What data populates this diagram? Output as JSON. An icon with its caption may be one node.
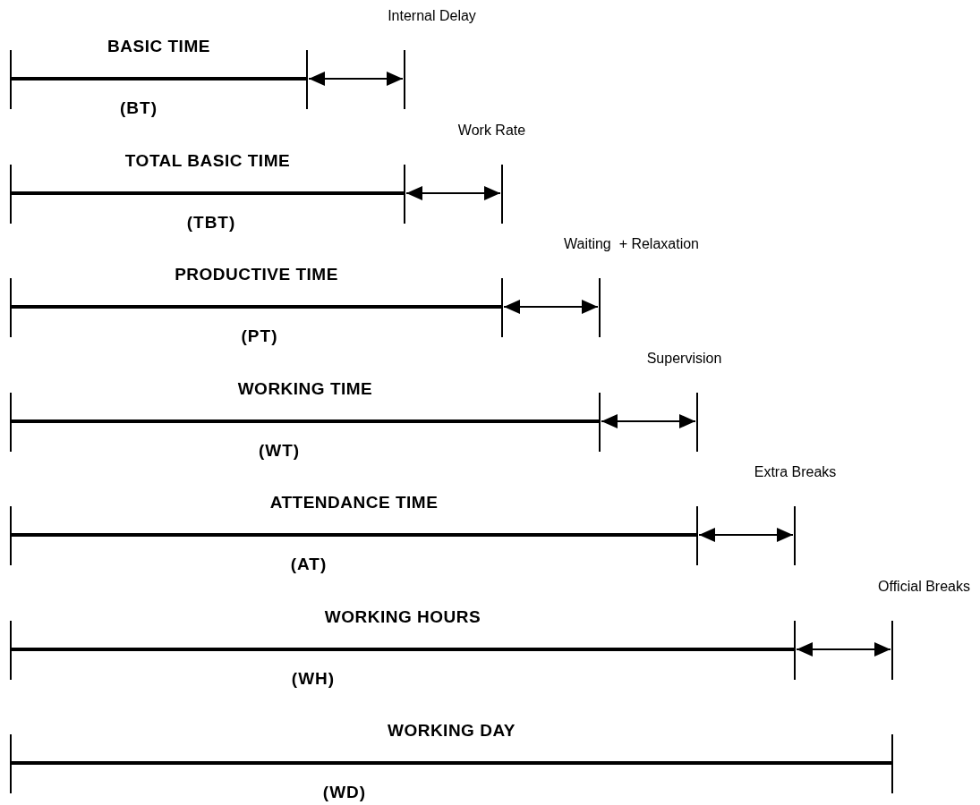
{
  "diagram": {
    "nodes": [
      {
        "text": [
          "BASIC TIME",
          "(BT)"
        ]
      },
      {
        "text": [
          "TOTAL BASIC TIME",
          "(TBT)"
        ]
      },
      {
        "text": [
          "PRODUCTIVE TIME",
          "(PT)"
        ]
      },
      {
        "text": [
          "WORKING TIME",
          "(WT)"
        ]
      },
      {
        "text": [
          "ATTENDANCE TIME",
          "(AT)"
        ]
      },
      {
        "text": [
          "WORKING HOURS",
          "(WH)"
        ]
      },
      {
        "text": [
          "WORKING DAY",
          "(WD)"
        ]
      }
    ],
    "labels": [
      "Internal Delay",
      "Work Rate",
      "Waiting  + Relaxation",
      "Supervision",
      "Extra Breaks",
      "Official Breaks"
    ]
  }
}
